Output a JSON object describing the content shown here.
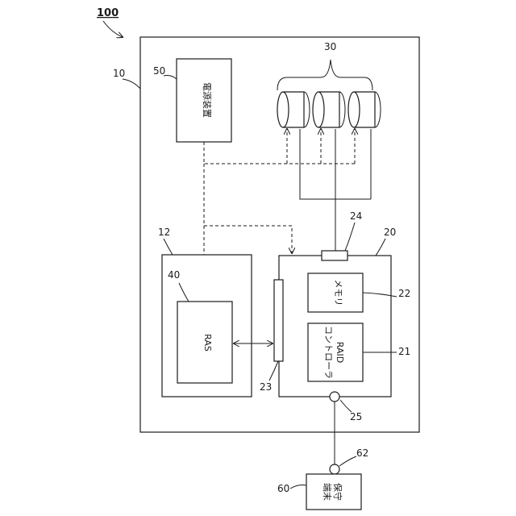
{
  "refs": {
    "system": "100",
    "storage": "10",
    "power": "50",
    "disks": "30",
    "panel": "12",
    "ras": "40",
    "controller_module": "20",
    "port_top": "24",
    "memory": "22",
    "raid_ctrl": "21",
    "connector": "23",
    "port_bottom": "25",
    "terminal_port": "62",
    "terminal": "60"
  },
  "labels": {
    "power": "電源装置",
    "ras": "RAS",
    "memory": "メモリ",
    "raid_line1": "RAID",
    "raid_line2": "コントローラ",
    "terminal_line1": "保守",
    "terminal_line2": "端末"
  }
}
